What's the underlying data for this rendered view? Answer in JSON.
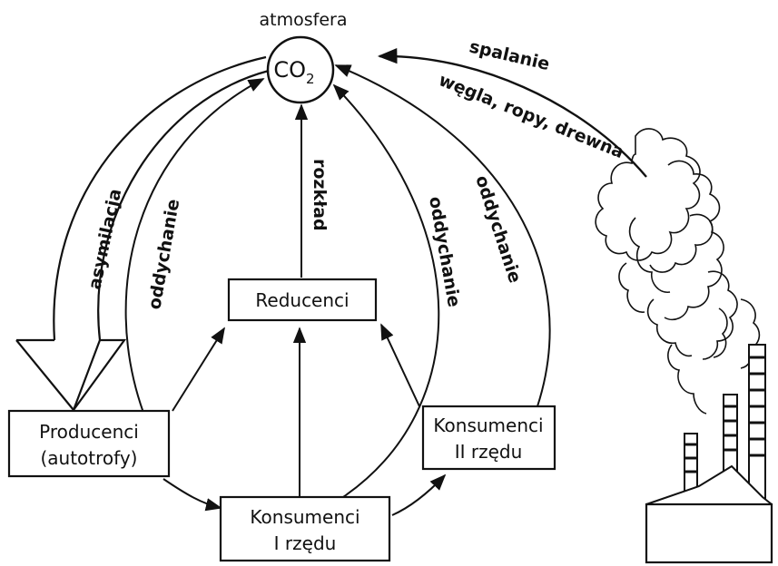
{
  "atmosphere_label": "atmosfera",
  "co2": {
    "main": "CO",
    "sub": "2"
  },
  "nodes": {
    "reducers": "Reducenci",
    "producers_line1": "Producenci",
    "producers_line2": "(autotrofy)",
    "consumers1_line1": "Konsumenci",
    "consumers1_line2": "I rzędu",
    "consumers2_line1": "Konsumenci",
    "consumers2_line2": "II rzędu"
  },
  "edge_labels": {
    "assimilation": "asymilacja",
    "respiration_producers": "oddychanie",
    "decomposition": "rozkład",
    "respiration_consumers1": "oddychanie",
    "respiration_consumers2": "oddychanie",
    "combustion_line1": "spalanie",
    "combustion_line2": "węgla, ropy, drewna"
  },
  "colors": {
    "ink": "#111111",
    "background": "#ffffff"
  }
}
